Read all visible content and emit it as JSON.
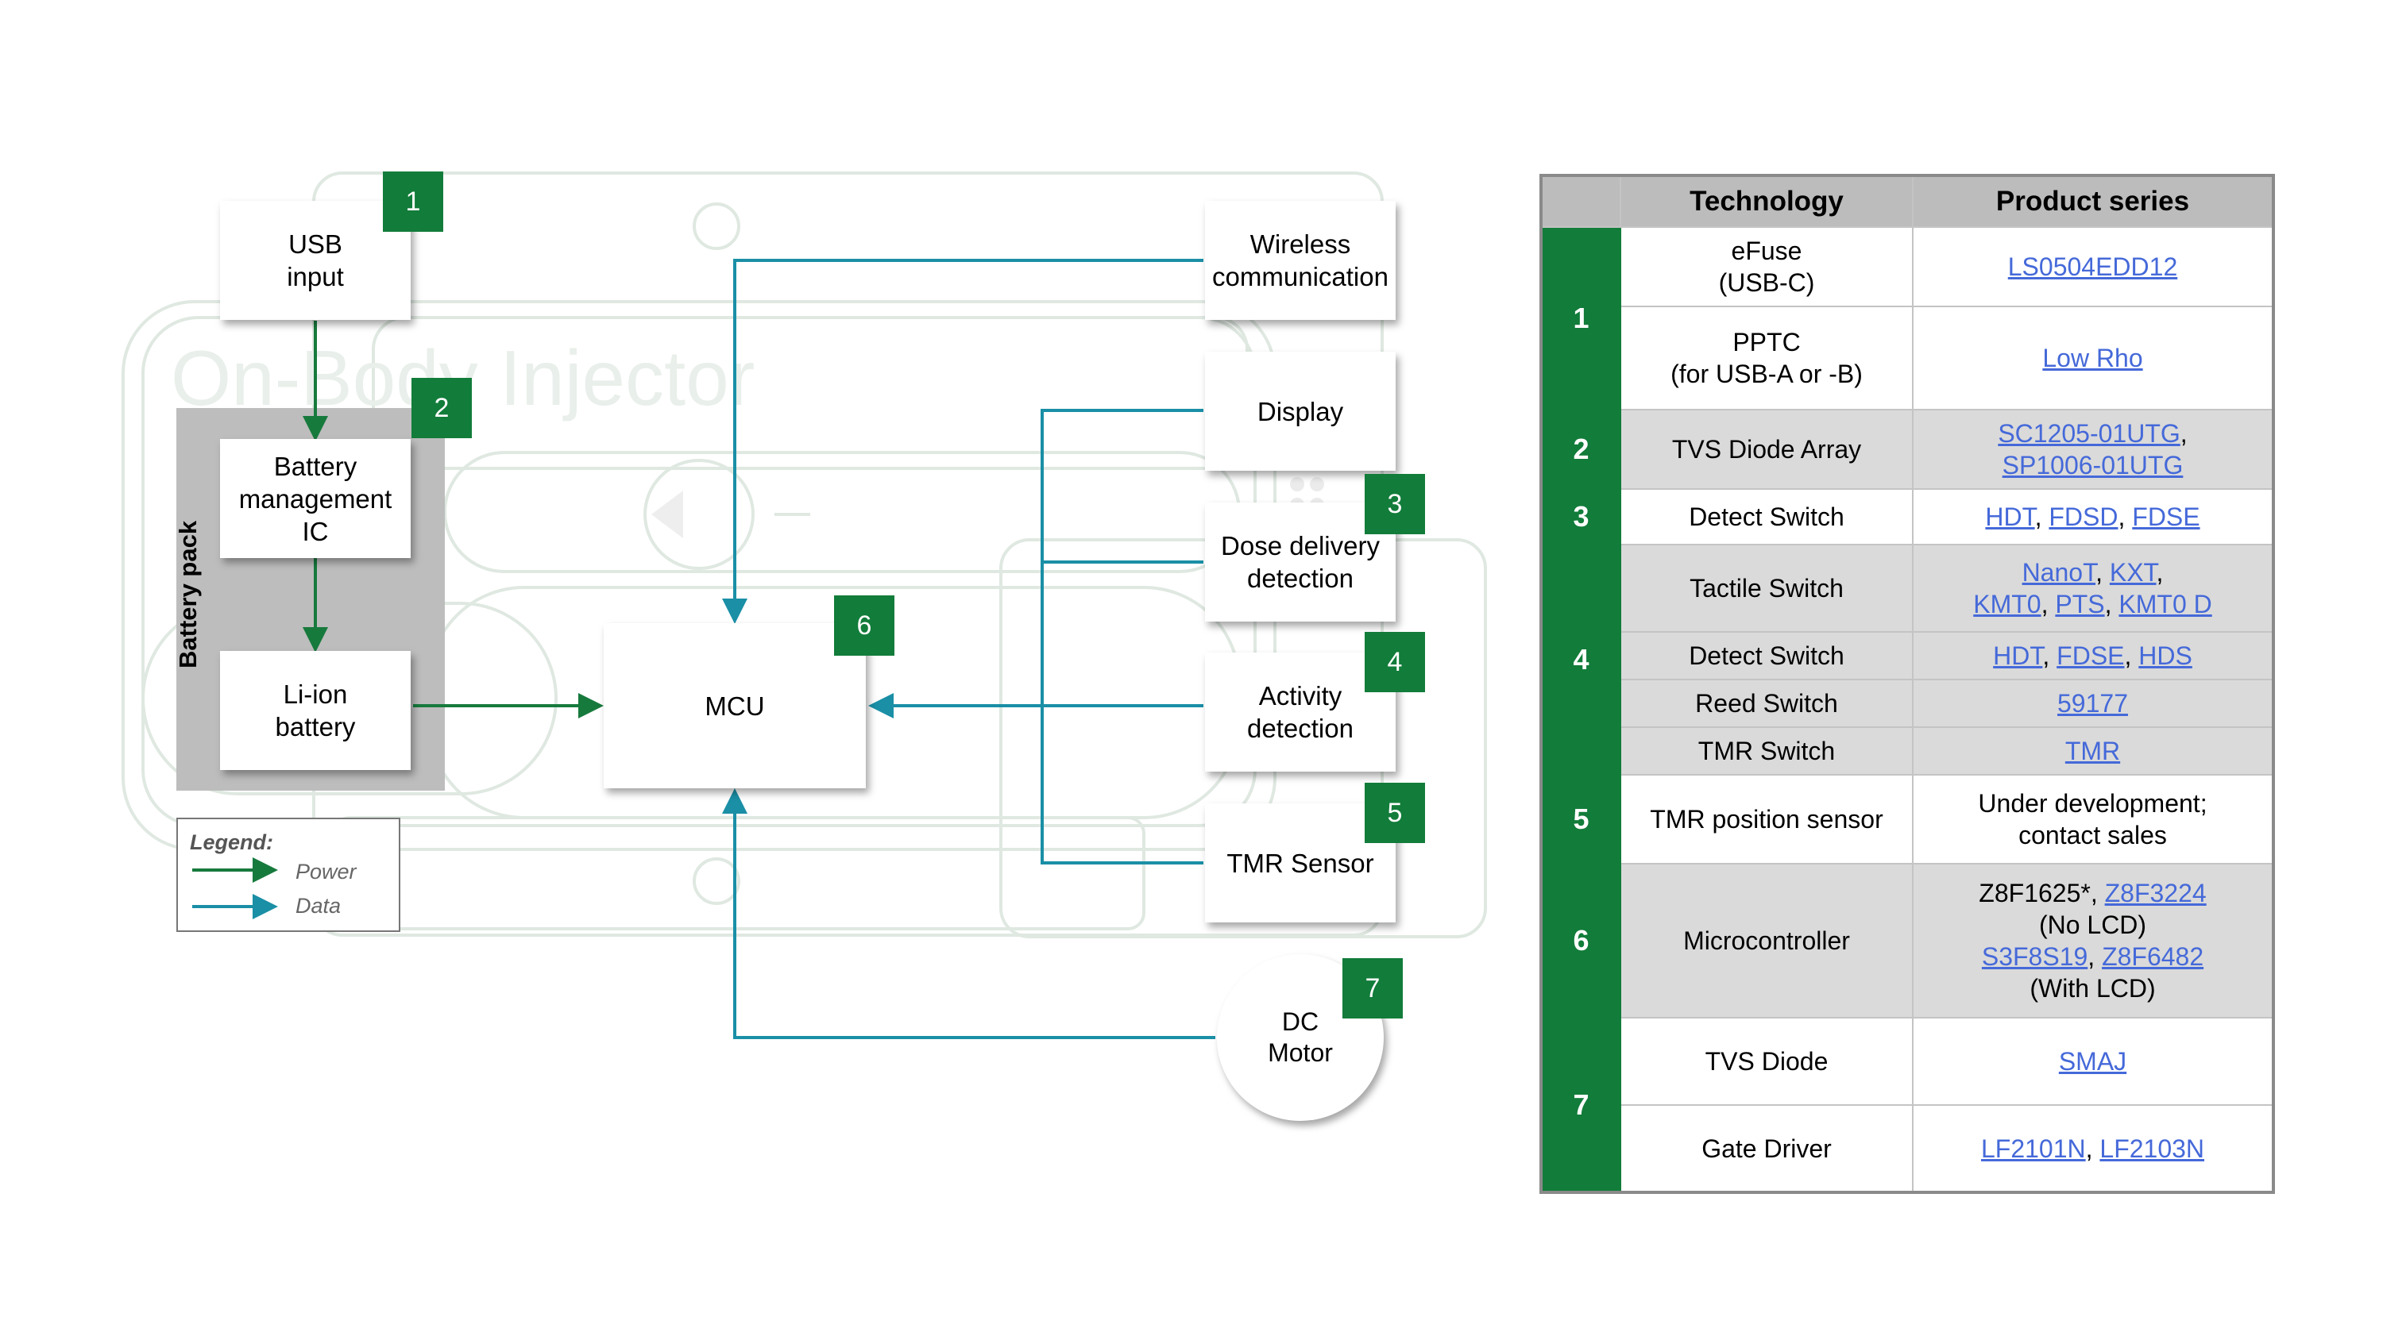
{
  "diagram": {
    "watermark": "On-Body Injector",
    "battery_pack_label": "Battery pack",
    "boxes": {
      "usb_input": "USB\ninput",
      "battery_mgmt": "Battery\nmanagement\nIC",
      "li_ion": "Li-ion\nbattery",
      "mcu": "MCU",
      "wireless": "Wireless\ncommunication",
      "display": "Display",
      "dose": "Dose delivery\ndetection",
      "activity": "Activity\ndetection",
      "tmr_sensor": "TMR Sensor",
      "dc_motor": "DC\nMotor"
    },
    "badges": [
      "1",
      "2",
      "3",
      "4",
      "5",
      "6",
      "7"
    ],
    "legend": {
      "title": "Legend:",
      "power": "Power",
      "data": "Data"
    },
    "colors": {
      "power": "#177a3d",
      "data": "#1a8fa6",
      "badge": "#127c3a",
      "battery_pack": "#bdbdbd"
    }
  },
  "table": {
    "headers": [
      "Technology",
      "Product series"
    ],
    "rows": [
      {
        "group": "1",
        "span": 2,
        "shade": false,
        "tech": "eFuse\n(USB-C)",
        "products": [
          [
            {
              "t": "LS0504EDD12",
              "link": true
            }
          ]
        ]
      },
      {
        "shade": false,
        "tech": "PPTC\n(for USB-A or -B)",
        "products": [
          [
            {
              "t": "Low Rho",
              "link": true
            }
          ]
        ]
      },
      {
        "group": "2",
        "span": 1,
        "shade": true,
        "tech": "TVS Diode Array",
        "products": [
          [
            {
              "t": "SC1205-01UTG",
              "link": true
            },
            {
              "t": ",",
              "link": false
            }
          ],
          [
            {
              "t": "SP1006-01UTG",
              "link": true
            }
          ]
        ]
      },
      {
        "group": "3",
        "span": 1,
        "shade": false,
        "tech": "Detect Switch",
        "products": [
          [
            {
              "t": "HDT",
              "link": true
            },
            {
              "t": ", ",
              "link": false
            },
            {
              "t": "FDSD",
              "link": true
            },
            {
              "t": ", ",
              "link": false
            },
            {
              "t": "FDSE",
              "link": true
            }
          ]
        ]
      },
      {
        "group": "4",
        "span": 4,
        "shade": true,
        "tech": "Tactile Switch",
        "products": [
          [
            {
              "t": "NanoT",
              "link": true
            },
            {
              "t": ", ",
              "link": false
            },
            {
              "t": "KXT",
              "link": true
            },
            {
              "t": ",",
              "link": false
            }
          ],
          [
            {
              "t": "KMT0",
              "link": true
            },
            {
              "t": ", ",
              "link": false
            },
            {
              "t": "PTS",
              "link": true
            },
            {
              "t": ", ",
              "link": false
            },
            {
              "t": "KMT0 D",
              "link": true
            }
          ]
        ]
      },
      {
        "shade": true,
        "tech": "Detect Switch",
        "products": [
          [
            {
              "t": "HDT",
              "link": true
            },
            {
              "t": ", ",
              "link": false
            },
            {
              "t": "FDSE",
              "link": true
            },
            {
              "t": ", ",
              "link": false
            },
            {
              "t": "HDS",
              "link": true
            }
          ]
        ]
      },
      {
        "shade": true,
        "tech": "Reed Switch",
        "products": [
          [
            {
              "t": "59177",
              "link": true
            }
          ]
        ]
      },
      {
        "shade": true,
        "tech": "TMR Switch",
        "products": [
          [
            {
              "t": "TMR",
              "link": true
            }
          ]
        ]
      },
      {
        "group": "5",
        "span": 1,
        "shade": false,
        "tech": "TMR position sensor",
        "products": [
          [
            {
              "t": "Under development;",
              "link": false
            }
          ],
          [
            {
              "t": "contact sales",
              "link": false
            }
          ]
        ]
      },
      {
        "group": "6",
        "span": 1,
        "shade": true,
        "tech": "Microcontroller",
        "products": [
          [
            {
              "t": "Z8F1625*, ",
              "link": false
            },
            {
              "t": "Z8F3224",
              "link": true
            }
          ],
          [
            {
              "t": "(No LCD)",
              "link": false
            }
          ],
          [
            {
              "t": "S3F8S19",
              "link": true
            },
            {
              "t": ", ",
              "link": false
            },
            {
              "t": "Z8F6482",
              "link": true
            }
          ],
          [
            {
              "t": "(With LCD)",
              "link": false
            }
          ]
        ]
      },
      {
        "group": "7",
        "span": 2,
        "shade": false,
        "tech": "TVS Diode",
        "products": [
          [
            {
              "t": "SMAJ",
              "link": true
            }
          ]
        ]
      },
      {
        "shade": false,
        "tech": "Gate Driver",
        "products": [
          [
            {
              "t": "LF2101N",
              "link": true
            },
            {
              "t": ", ",
              "link": false
            },
            {
              "t": "LF2103N",
              "link": true
            }
          ]
        ]
      }
    ]
  }
}
